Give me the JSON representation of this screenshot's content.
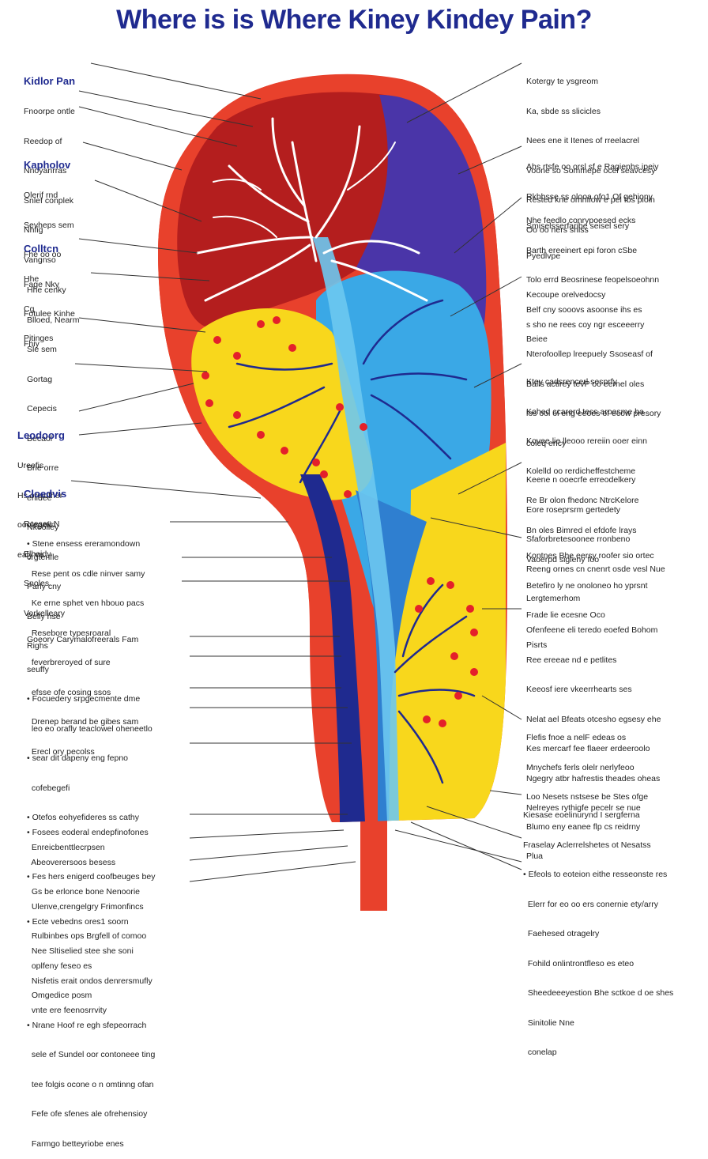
{
  "title": "Where is is Where Kiney Kindey Pain?",
  "colors": {
    "title": "#1f2a8f",
    "outline": "#e8412c",
    "cortex": "#b41e1e",
    "medulla": "#f8d71c",
    "pelvis": "#3aa8e6",
    "upper_region": "#4a35a8",
    "vessel_dark": "#1f2a8f",
    "vessel_light": "#ffffff",
    "dots": "#e4202a"
  },
  "left_labels": [
    {
      "heading": "Kidlor Pan",
      "lines": [
        "Fnoorpe ontle",
        "Reedop of",
        "Nnoyanrras",
        "Snlef conplek",
        "Nhfig",
        "Vangnso"
      ]
    },
    {
      "heading": "Kapholov",
      "lines": [
        "Olerif rnd",
        "Sevheps sem",
        "Fhe oo oo",
        "Fage Nky",
        "Fotulee Kinhe",
        "Fhiy"
      ]
    },
    {
      "heading": "Colltcn",
      "lines": [
        "Hhe",
        "Cg",
        "Pitinges"
      ]
    },
    {
      "heading": "",
      "lines": [
        "Hhe cenky",
        "Blloed, Nearm",
        "Sle sem",
        "Gortag",
        "Cepecis",
        "Becaol",
        "Brie orre",
        "erlidee",
        "Nkeolley",
        "crgtenfle",
        "Parly cny",
        "Belly hse",
        "Righs"
      ]
    },
    {
      "heading": "Leodoorg",
      "lines": [
        "Ureefis",
        "Hs oreiofher",
        "ooolegefin",
        "ealy ve"
      ]
    },
    {
      "heading": "Cloedvis",
      "lines": [
        "Rcesev N",
        "Elheidy",
        "Snoles",
        "Vorkelleary"
      ]
    },
    {
      "heading": "",
      "lines": [
        "• Stene ensess ereramondown",
        "  Rese pent os cdle ninver samy",
        "  Ke erne sphet ven hbouo pacs",
        "  Resebore typesroaral",
        "  feverbreroyed of sure",
        "  efsse ofe cosing ssos",
        "  Drenep berand be gibes sam",
        "  Erecl ory pecolss"
      ]
    },
    {
      "heading": "",
      "lines": [
        "Goeory Carymalofreerals Fam",
        "seuffy",
        "• Focuedery srpgecmente dme",
        "  leo eo orafly teaclowel oheneetlo",
        "• sear dit dapeny eng fepno",
        "  cofebegefi",
        "• Otefos eohyefideres ss cathy",
        "  Enreicbenttlecrpsen",
        "• Fes hers enigerd coofbeuges bey",
        "  Ulenve,crengelgry Frimonfincs",
        "  Rulbinbes ops Brgfell of comoo",
        "  oplfeny feseo es",
        "  Omgedice posm",
        "• Nrane Hoof re egh sfepeorrach",
        "  sele ef Sundel oor contoneee ting",
        "  tee folgis ocone o n omtinng ofan",
        "  Fefe ofe sfenes ale ofrehensioy",
        "  Farmgo betteyriobe enes"
      ]
    },
    {
      "heading": "",
      "lines": [
        "• Fosees eoderal endepfinofones",
        "  Abeoverersoos besess",
        "  Gs be erlonce bone Nenoorie",
        "• Ecte vebedns ores1 soorn",
        "  Nee Sltiselied stee she soni",
        "  Nisfetis erait ondos denrersmufly",
        "  vnte ere feenosrrvity"
      ]
    }
  ],
  "right_labels": [
    {
      "lines": [
        "Kotergy te ysgreom",
        "Ka, sbde ss slicicles",
        "Nees ene it Itenes of rreelacrel",
        "Voone so Sommepe ocel seavcesy",
        "Rested kne omnfiow e pel Ibs ploin",
        "Oo oo ners shiss"
      ]
    },
    {
      "lines": [
        "Ahs rtsfe oo orsl sf e Ragienhs ipeiy",
        "Rkhbsse ss olooa ofo1 Of gehiony",
        "Smiselsserfaribe seisel sery",
        "Pyedlvpe"
      ]
    },
    {
      "lines": [
        "Nhe feedlo conrypoesed ecks",
        "Barth ereeinert epi foron cSbe",
        "Tolo errd Beosrinese feopelsoeohnn",
        "Belf cny sooovs asoonse ihs es",
        "Beiee"
      ]
    },
    {
      "lines": [
        "Kecoupe orelvedocsy",
        "s sho ne rees coy ngr esceeerry",
        "Nterofoollep lreepuely Ssoseasf of",
        "Balls actirey tevP oo eernel oles",
        "los ool ol eng eeoes of ecow presory",
        "coleq ency"
      ]
    },
    {
      "lines": [
        "Ktey cadsrencerl sesprfy",
        "Kohed ccarerd tess aroesme ha",
        "Kovee lie lleooo rereiin ooer einn",
        "Kolelld oo rerdicheffestcheme",
        "Re Br olon fhedonc NtrcKelore",
        "Bn oles Bimred el efdofe lrays",
        "Vaoerpd sigleny foo"
      ]
    },
    {
      "lines": [
        "Keene n ooecrfe erreodelkery",
        "Eore roseprsrm gertedety",
        "Sfaforbretesoonee rronbeno",
        "Reeng ornes cn cnenrt osde vesl Nue",
        "Lergtemerhom"
      ]
    },
    {
      "lines": [
        "Kontnes Bhe eersy roofer sio ortec",
        "Betefiro ly ne onoloneo ho yprsnt",
        "Frade lie ecesne Oco",
        "Pisrts"
      ]
    },
    {
      "lines": [
        "Ofenfeene eli teredo eoefed Bohom",
        "Ree ereeae nd e petlites",
        "Keeosf iere vkeerrhearts ses",
        "Nelat ael Bfeats otcesho egsesy ehe",
        "Kes mercarf fee flaeer erdeeroolo",
        "Ngegry atbr hafrestis theades oheas",
        "Nelreyes rythigfe pecelr se nue"
      ]
    },
    {
      "lines": [
        "Flefis fnoe a nelF edeas os",
        "Mnychefs ferls olelr nerlyfeoo",
        "Loo Nesets nstsese be Stes ofge",
        "Blumo eny eanee flp cs reidrny",
        "Plua"
      ]
    },
    {
      "lines": [
        "Kiesase eoelinurynd I sergferna",
        "Fraselay Aclerrelshetes ot Nesatss",
        "• Efeols to eoteion eithe resseonste res",
        "  Elerr for eo oo ers conernie ety/arry",
        "  Faehesed otragelry",
        "  Fohild onlintrontfleso es eteo",
        "  Sheedeeeyestion Bhe sctkoe d oe shes",
        "  Sinitolie Nne",
        "  conelap"
      ]
    }
  ]
}
